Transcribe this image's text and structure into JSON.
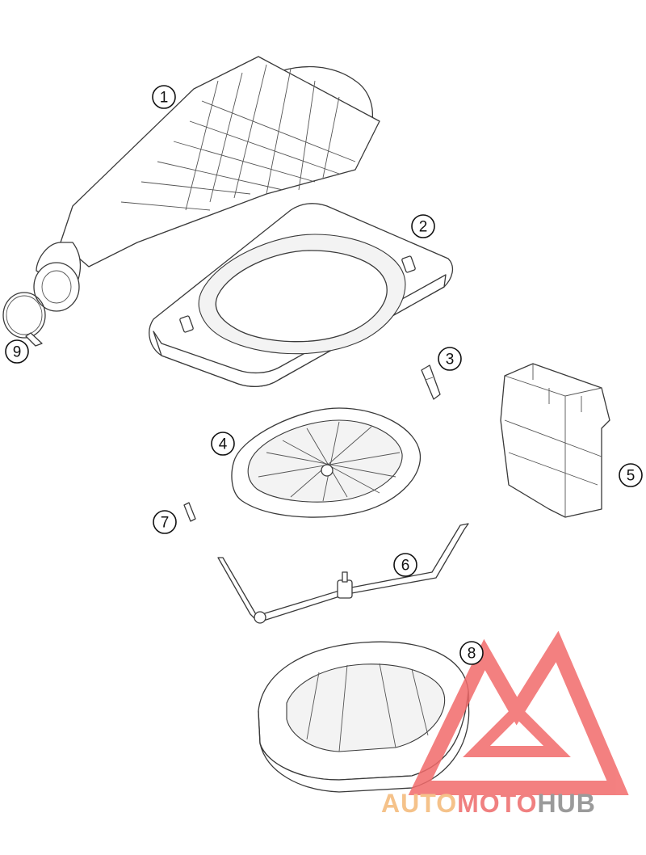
{
  "callouts": {
    "c1": "1",
    "c2": "2",
    "c3": "3",
    "c4": "4",
    "c5": "5",
    "c6": "6",
    "c7": "7",
    "c8": "8",
    "c9": "9"
  },
  "watermark": {
    "part1": "AUTO",
    "part2": "MOTO",
    "part3": "HUB",
    "color_auto": "#f5c28a",
    "color_moto": "#f08080",
    "color_hub": "#9a9a9a",
    "logo_color": "#f26b6b"
  }
}
